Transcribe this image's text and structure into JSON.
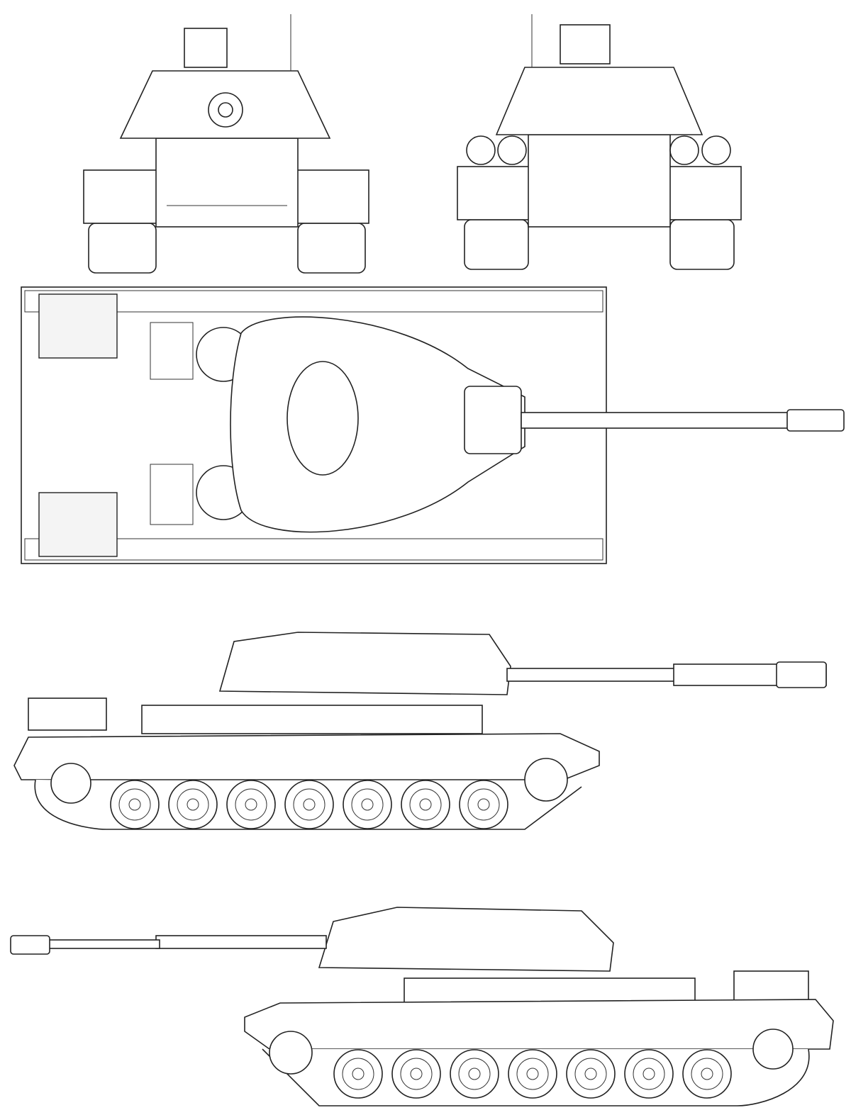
{
  "drawing": {
    "line_color": "#222222",
    "background": "#ffffff",
    "views": [
      "front",
      "rear",
      "top",
      "side-right",
      "side-left"
    ],
    "road_wheels_per_side": 7
  }
}
